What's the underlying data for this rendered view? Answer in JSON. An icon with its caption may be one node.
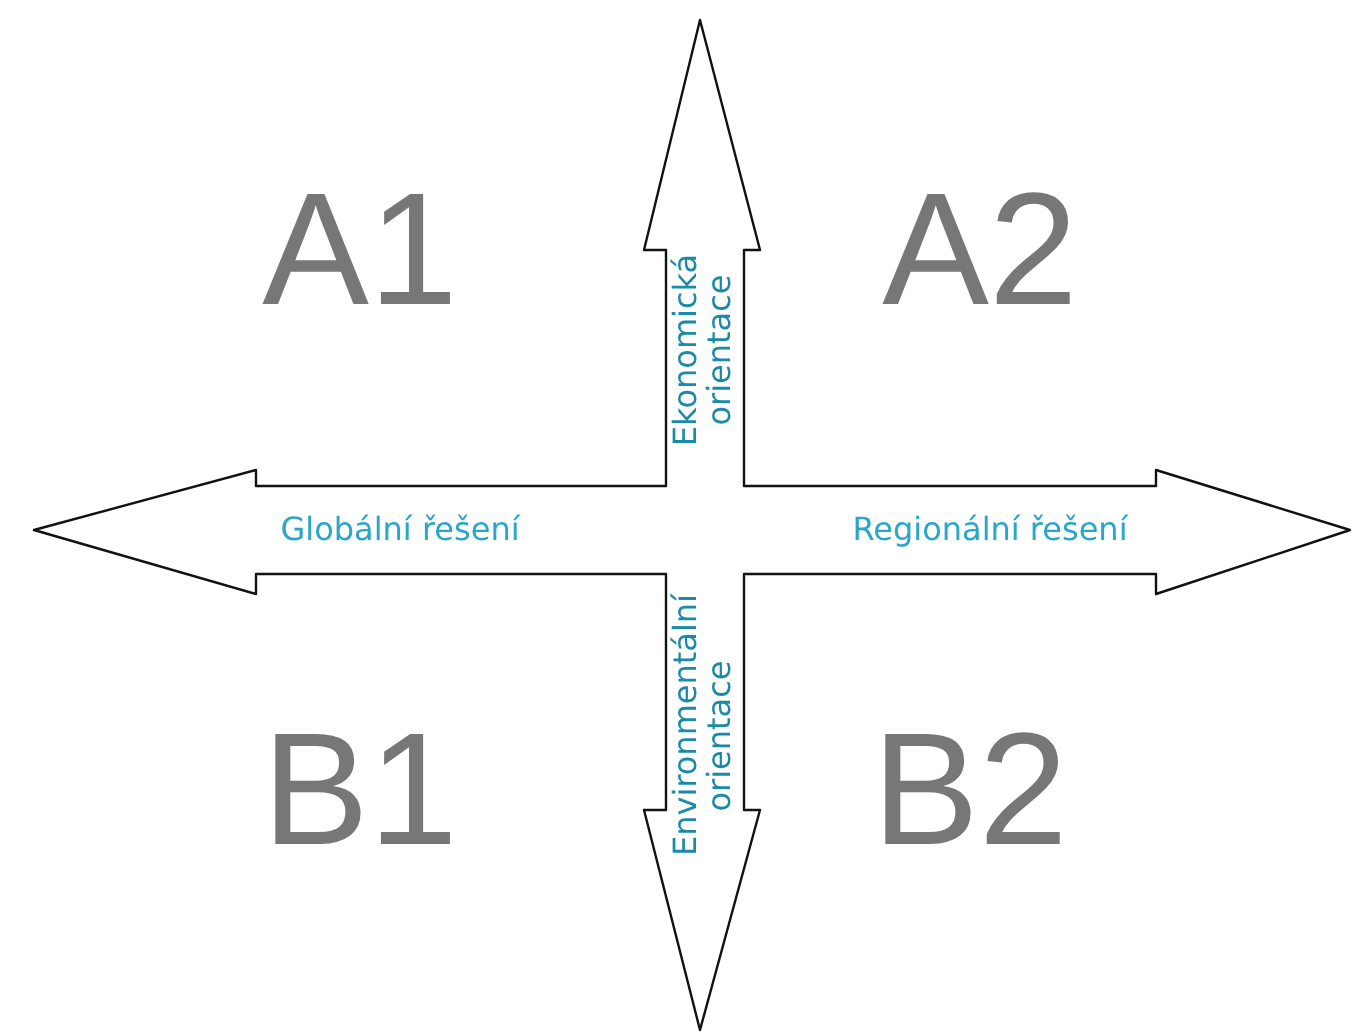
{
  "diagram": {
    "labels": [
      "A1",
      "Ekonomická orientace",
      "A2",
      "Globální řešení",
      "Regionální řešení",
      "B1",
      "Environmentální orientace",
      "B2"
    ]
  }
}
